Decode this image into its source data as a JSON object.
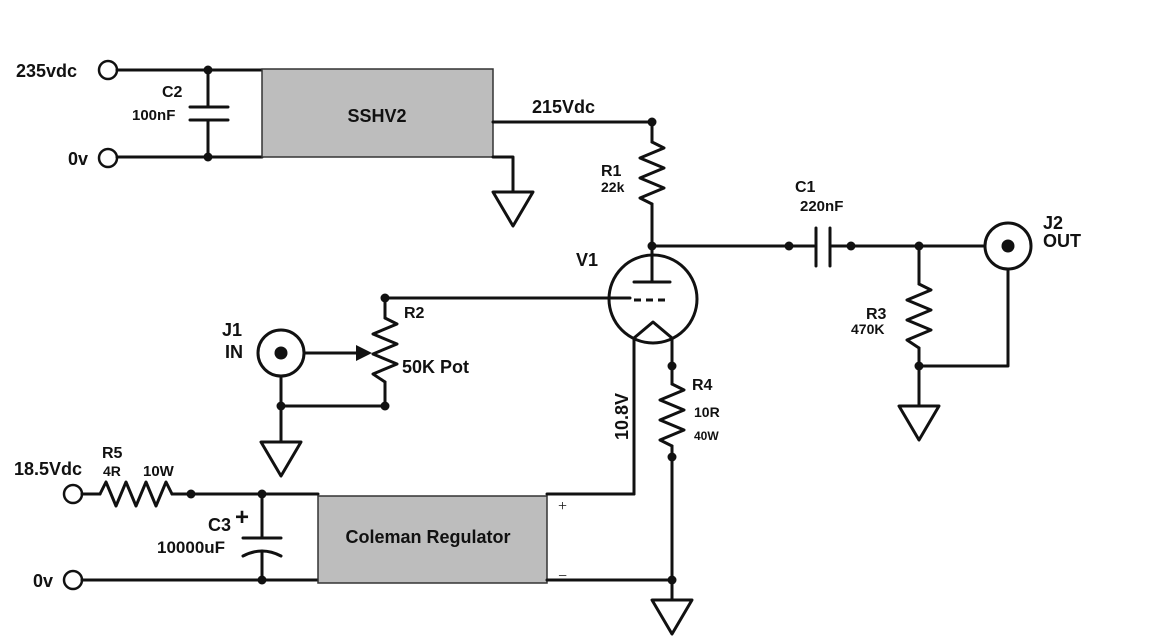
{
  "supply_hv": {
    "input_label": "235vdc",
    "ground_label": "0v",
    "regulator_label": "SSHV2",
    "output_label": "215Vdc"
  },
  "c2": {
    "ref": "C2",
    "value": "100nF"
  },
  "r1": {
    "ref": "R1",
    "value": "22k"
  },
  "c1": {
    "ref": "C1",
    "value": "220nF"
  },
  "j2": {
    "ref": "J2",
    "name": "OUT"
  },
  "r3": {
    "ref": "R3",
    "value": "470K"
  },
  "v1": {
    "ref": "V1"
  },
  "r2": {
    "ref": "R2",
    "value": "50K Pot"
  },
  "j1": {
    "ref": "J1",
    "name": "IN"
  },
  "heater": {
    "voltage_label": "10.8V"
  },
  "r4": {
    "ref": "R4",
    "value": "10R",
    "power": "40W"
  },
  "supply_lv": {
    "input_label": "18.5Vdc",
    "ground_label": "0v",
    "regulator_label": "Coleman Regulator",
    "plus": "+",
    "minus": "−"
  },
  "r5": {
    "ref": "R5",
    "value": "4R",
    "power": "10W"
  },
  "c3": {
    "ref": "C3",
    "value": "10000uF",
    "polarity": "+"
  },
  "colors": {
    "wire": "#111111",
    "module_fill": "#bdbdbd"
  }
}
